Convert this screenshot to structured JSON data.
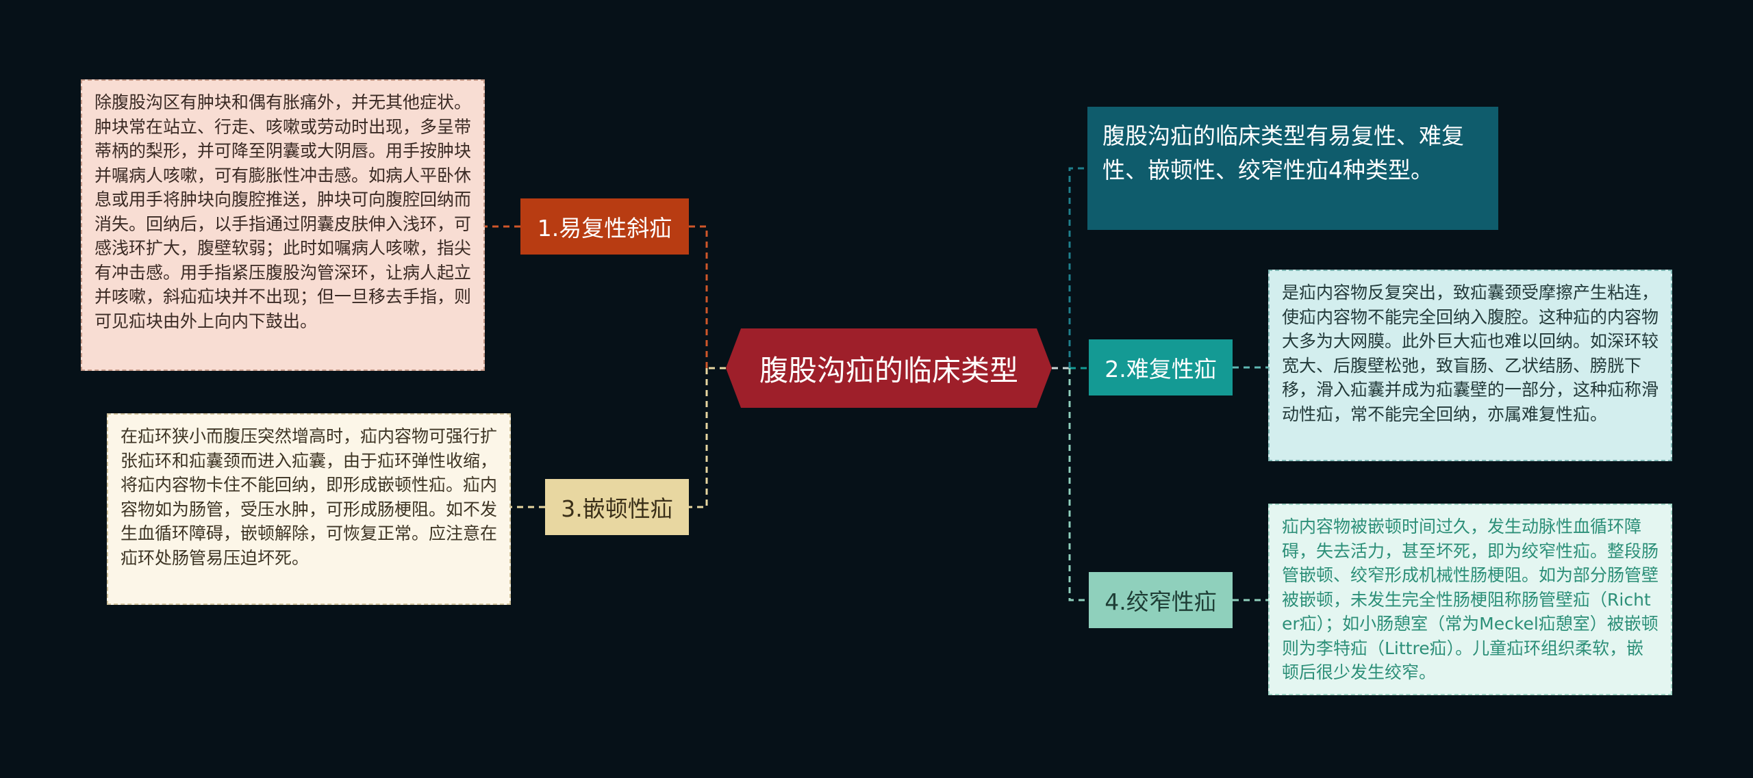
{
  "center": {
    "title": "腹股沟疝的临床类型"
  },
  "intro": {
    "text": "腹股沟疝的临床类型有易复性、难复性、嵌顿性、绞窄性疝4种类型。"
  },
  "branches": [
    {
      "label": "1.易复性斜疝",
      "detail": "除腹股沟区有肿块和偶有胀痛外，并无其他症状。肿块常在站立、行走、咳嗽或劳动时出现，多呈带蒂柄的梨形，并可降至阴囊或大阴唇。用手按肿块并嘱病人咳嗽，可有膨胀性冲击感。如病人平卧休息或用手将肿块向腹腔推送，肿块可向腹腔回纳而消失。回纳后，以手指通过阴囊皮肤伸入浅环，可感浅环扩大，腹壁软弱；此时如嘱病人咳嗽，指尖有冲击感。用手指紧压腹股沟管深环，让病人起立并咳嗽，斜疝疝块并不出现；但一旦移去手指，则可见疝块由外上向内下鼓出。"
    },
    {
      "label": "2.难复性疝",
      "detail": "是疝内容物反复突出，致疝囊颈受摩擦产生粘连，使疝内容物不能完全回纳入腹腔。这种疝的内容物大多为大网膜。此外巨大疝也难以回纳。如深环较宽大、后腹壁松弛，致盲肠、乙状结肠、膀胱下移，滑入疝囊并成为疝囊壁的一部分，这种疝称滑动性疝，常不能完全回纳，亦属难复性疝。"
    },
    {
      "label": "3.嵌顿性疝",
      "detail": "在疝环狭小而腹压突然增高时，疝内容物可强行扩张疝环和疝囊颈而进入疝囊，由于疝环弹性收缩，将疝内容物卡住不能回纳，即形成嵌顿性疝。疝内容物如为肠管，受压水肿，可形成肠梗阻。如不发生血循环障碍，嵌顿解除，可恢复正常。应注意在疝环处肠管易压迫坏死。"
    },
    {
      "label": "4.绞窄性疝",
      "detail": "疝内容物被嵌顿时间过久，发生动脉性血循环障碍，失去活力，甚至坏死，即为绞窄性疝。整段肠管嵌顿、绞窄形成机械性肠梗阻。如为部分肠管壁被嵌顿，未发生完全性肠梗阻称肠管壁疝（Richter疝）；如小肠憩室（常为Meckel疝憩室）被嵌顿则为李特疝（Littre疝）。儿童疝环组织柔软，嵌顿后很少发生绞窄。"
    }
  ],
  "colors": {
    "background": "#061118",
    "center": "#9e1f2a",
    "branch1": "#b83c12",
    "branch2": "#149a94",
    "branch3": "#e8d7a1",
    "branch4": "#8fd0bc",
    "intro": "#0f5c6c"
  }
}
